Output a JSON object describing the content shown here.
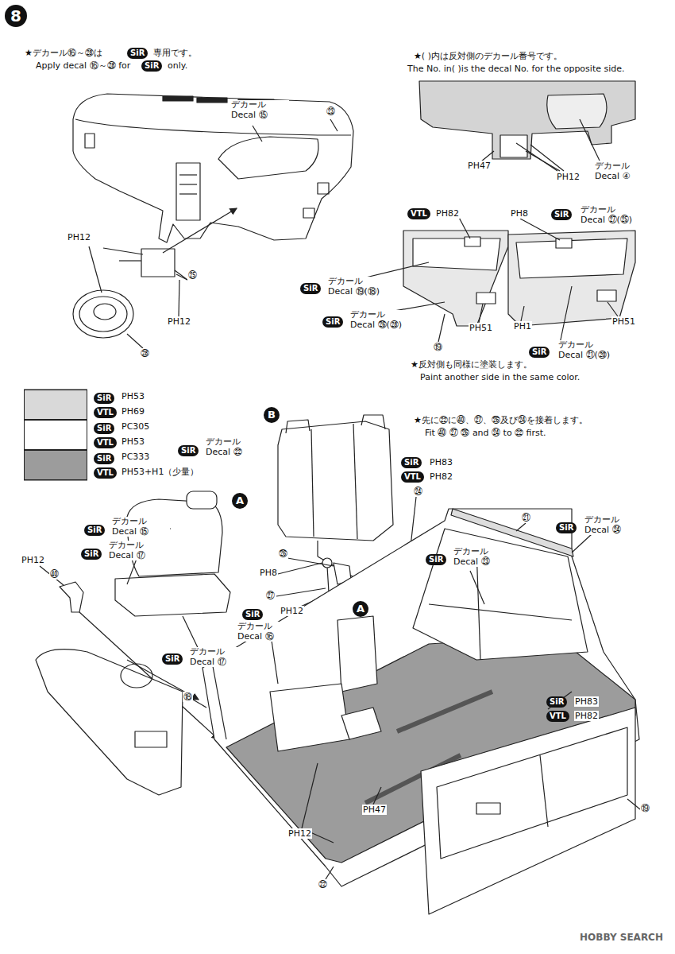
{
  "diagram": {
    "title": "8",
    "labels": [
      "★デカール⑯～㉘は",
      "SiR",
      "専用です。",
      "Apply decal ⑯～㉘ for",
      "SiR",
      "only.",
      "デカール Decal ⑮",
      "㉓",
      "PH12",
      "㉕",
      "PH12",
      "㉘",
      "★( )内は反対側のデカール番号です。",
      "The No. in( )is the decal No. for the opposite side.",
      "PH47",
      "PH12",
      "デカール Decal ④",
      "VTL",
      "PH82",
      "PH8",
      "SiR",
      "デカール Decal ㉗(㉕)",
      "SiR",
      "デカール Decal ⑲(⑱)",
      "SiR",
      "デカール Decal ㉖(㉘)",
      "PH51",
      "PH1",
      "PH51",
      "⑲",
      "SiR",
      "デカール Decal ㉑(⑳)",
      "★反対側も同様に塗装します。",
      "Paint another side in the same color.",
      "SiR",
      "VTL",
      "SiR",
      "VTL",
      "SiR",
      "VTL",
      "★先に㉒に㊵、㉗、㉖及び㉔を接着します。",
      "Fit ㊵ ㉗ ㉖ and ㉔ to ㉒ first.",
      "B",
      "SiR",
      "デカール Decal ㉒",
      "SiR",
      "PH83",
      "VTL",
      "PH82",
      "㉔",
      "㉑",
      "SiR",
      "デカール Decal ㉔",
      "A",
      "SiR",
      "デカール Decal ⑮",
      "SiR",
      "デカール Decal ⑰",
      "SiR",
      "デカール Decal ㉓",
      "PH12",
      "㊵",
      "㉖",
      "PH8",
      "㉗",
      "PH12",
      "A",
      "SiR",
      "デカール Decal ⑯",
      "SiR",
      "デカール Decal ⑰",
      "⑱",
      "SiR",
      "PH83",
      "VTL",
      "PH82",
      "PH12",
      "PH47",
      "⑲",
      "㉒",
      "HOBBY SEARCH"
    ],
    "legend": [
      {
        "text": "PH53",
        "color": "#d9d9d9"
      },
      {
        "text": "PH69",
        "color": "#d9d9d9"
      },
      {
        "text": "PC305",
        "color": "#ffffff"
      },
      {
        "text": "PH53",
        "color": "#ffffff"
      },
      {
        "text": "PC333",
        "color": "#9c9c9c"
      },
      {
        "text": "PH53+H1（少量）",
        "color": "#9c9c9c"
      }
    ]
  }
}
